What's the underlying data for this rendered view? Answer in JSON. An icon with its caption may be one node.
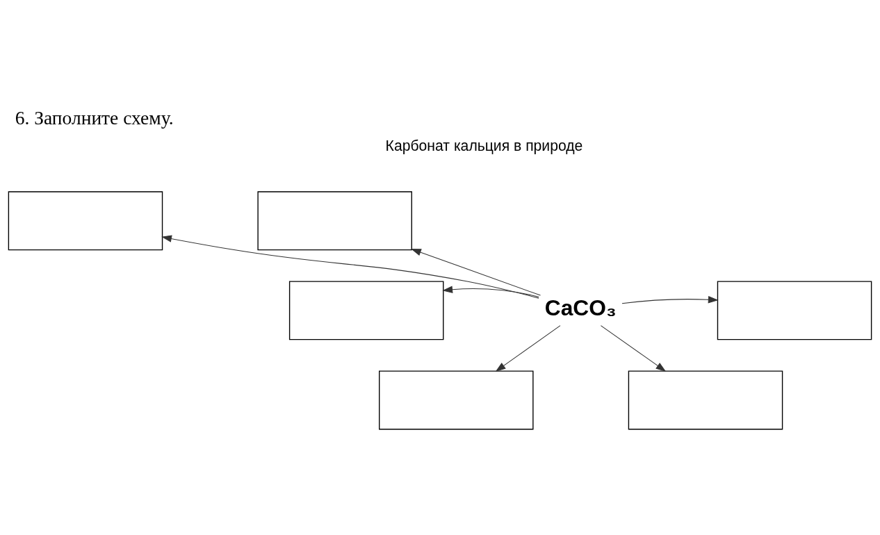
{
  "diagram": {
    "title": "6. Заполните схему.",
    "nodes": [
      {
        "text": [],
        "shape": "box"
      },
      {
        "text": [],
        "shape": "box"
      },
      {
        "text": [],
        "shape": "box"
      },
      {
        "text": [
          "CaCO₃"
        ]
      },
      {
        "text": [],
        "shape": "box"
      },
      {
        "text": [],
        "shape": "box"
      },
      {
        "text": [],
        "shape": "box"
      }
    ],
    "edges": [
      {
        "from": 3,
        "to": 0,
        "arrow": "to"
      },
      {
        "from": 3,
        "to": 1,
        "arrow": "to"
      },
      {
        "from": 3,
        "to": 2,
        "arrow": "to"
      },
      {
        "from": 3,
        "to": 4,
        "arrow": "to"
      },
      {
        "from": 3,
        "to": 5,
        "arrow": "to"
      },
      {
        "from": 3,
        "to": 6,
        "arrow": "to"
      }
    ],
    "labels": [
      "Карбонат кальция в природе"
    ]
  }
}
